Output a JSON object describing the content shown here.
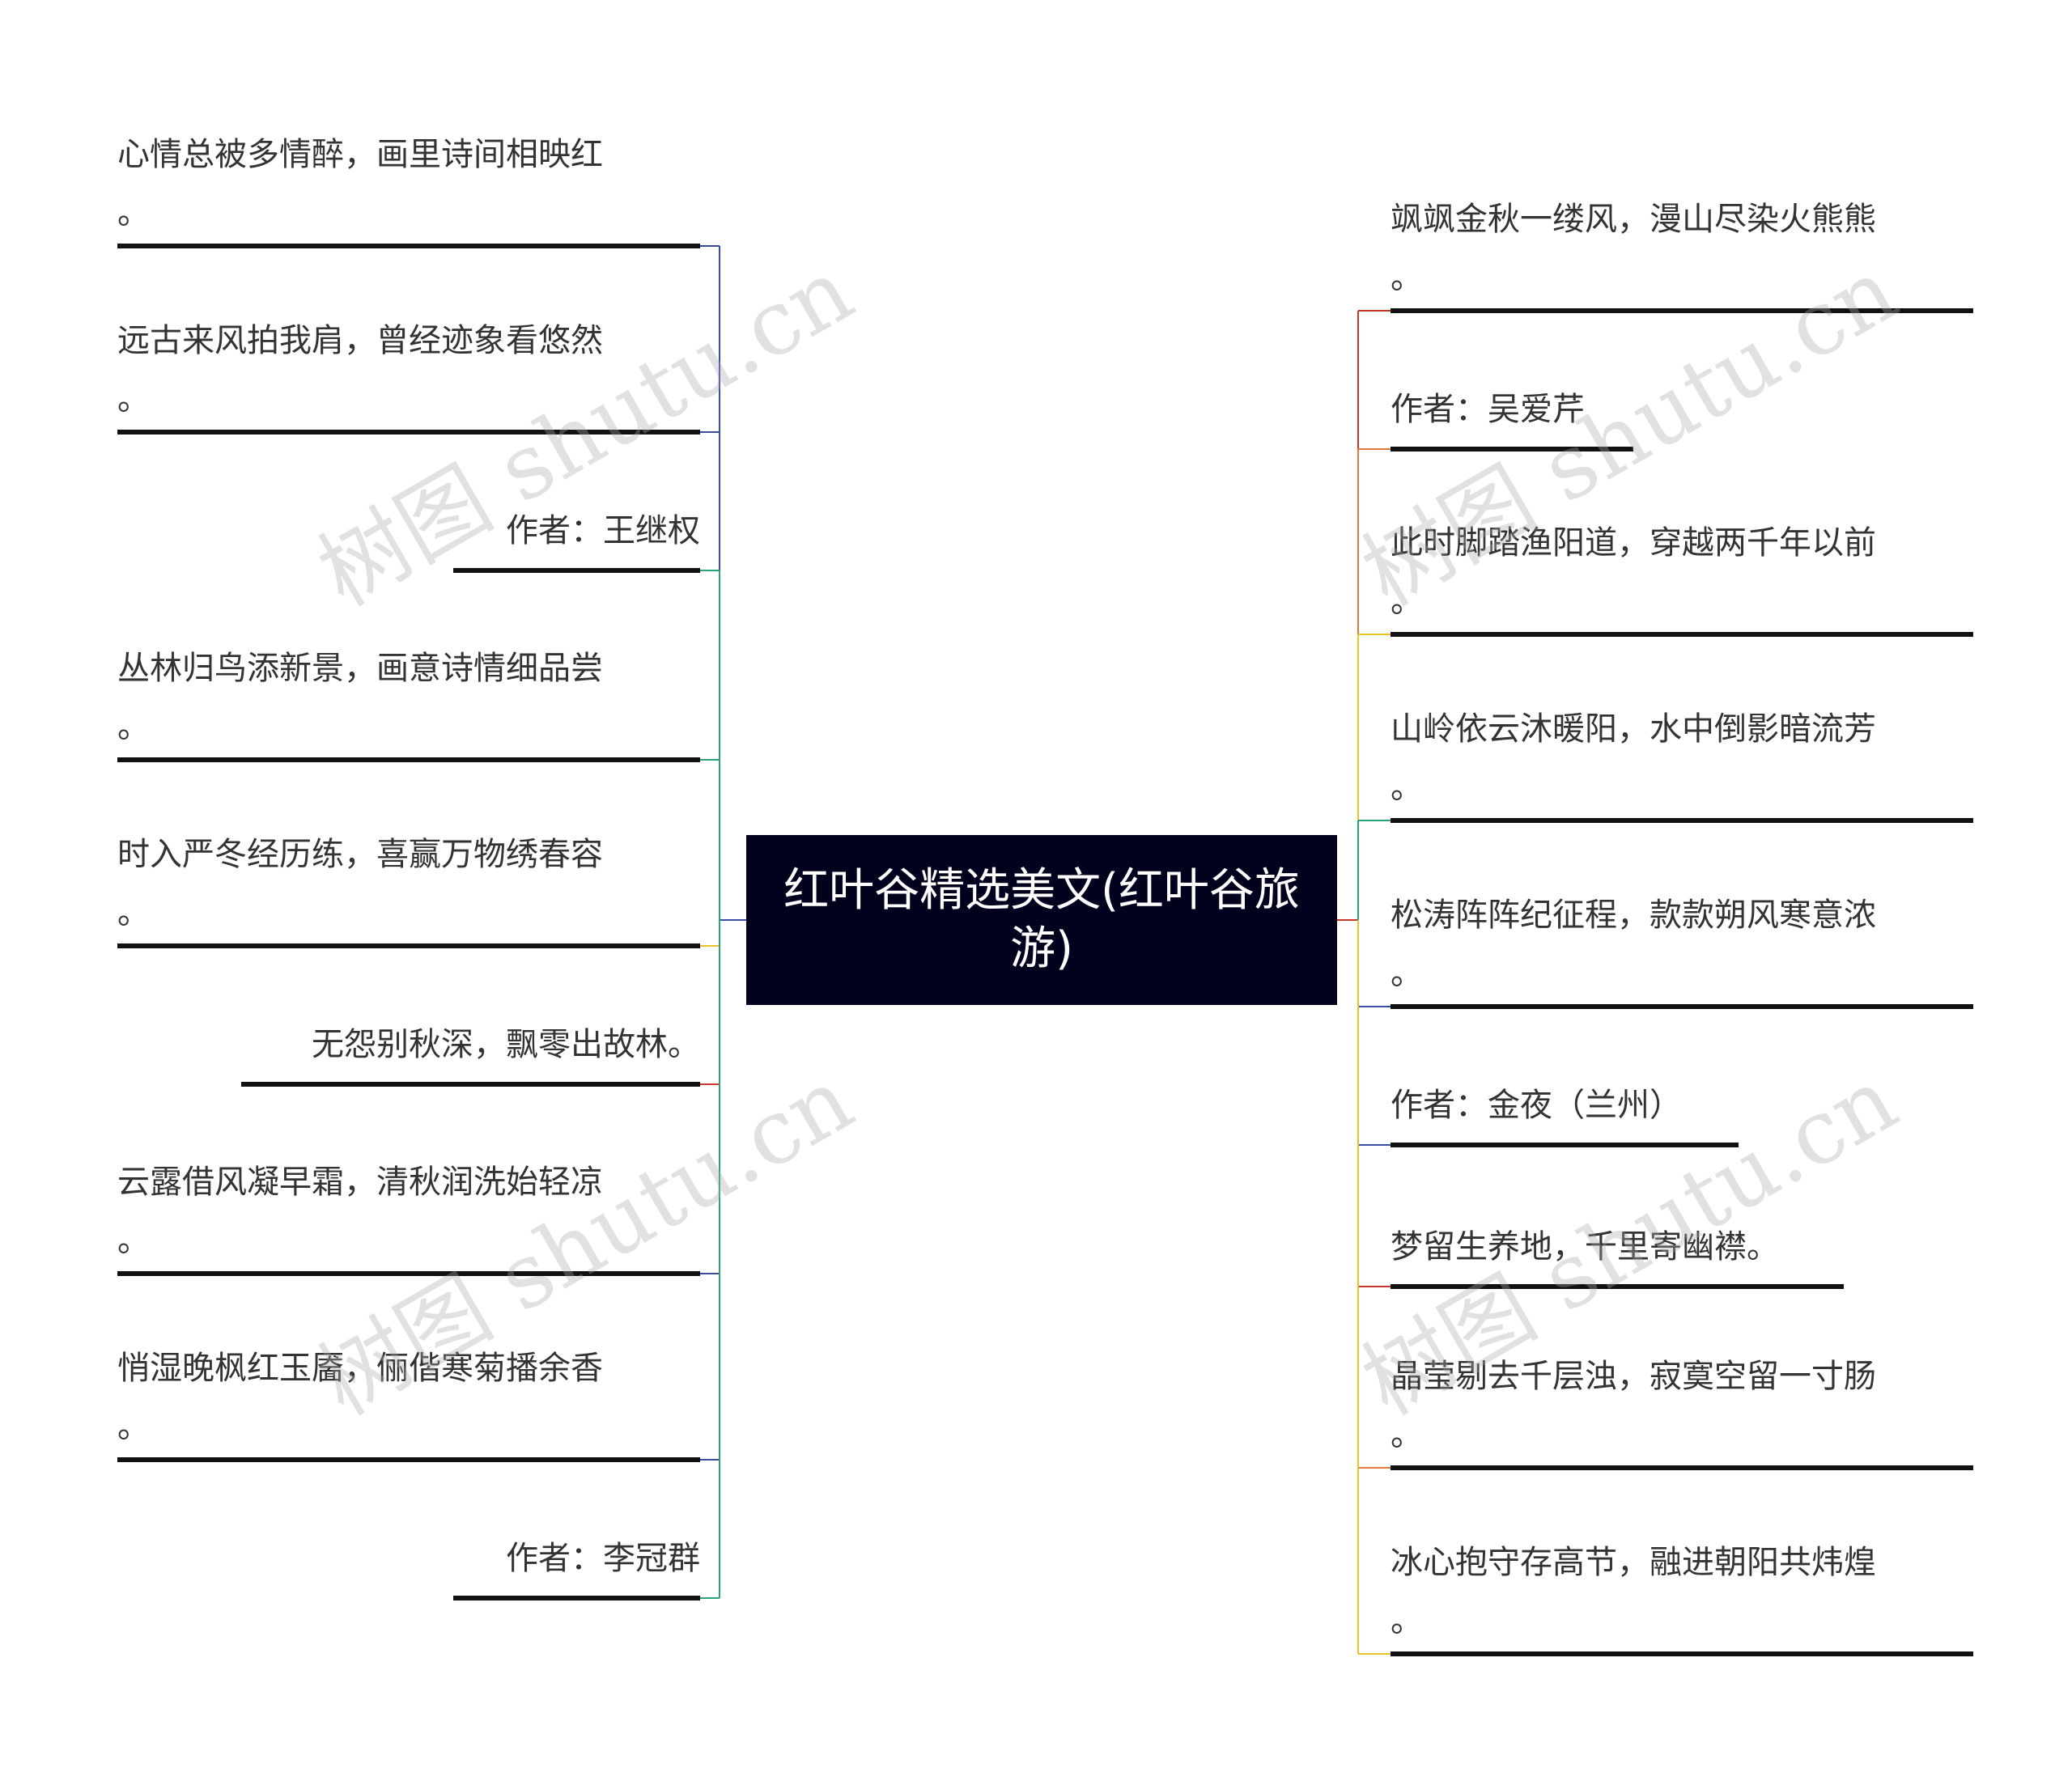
{
  "center": {
    "title": "红叶谷精选美文(红叶谷旅游)"
  },
  "watermark": "树图 shutu.cn",
  "left": [
    {
      "text": "心情总被多情醉，画里诗间相映红\n。",
      "color": "#3b4ba8"
    },
    {
      "text": "远古来风拍我肩，曾经迹象看悠然\n。",
      "color": "#3b4ba8"
    },
    {
      "text": "作者：王继权",
      "color": "#2aa37a"
    },
    {
      "text": "丛林归鸟添新景，画意诗情细品尝\n。",
      "color": "#2aa37a"
    },
    {
      "text": "时入严冬经历练，喜赢万物绣春容\n。",
      "color": "#e9c32a"
    },
    {
      "text": "无怨别秋深，飘零出故林。",
      "color": "#c8372b"
    },
    {
      "text": "云露借风凝早霜，清秋润洗始轻凉\n。",
      "color": "#3b4ba8"
    },
    {
      "text": "悄湿晚枫红玉靥，俪偕寒菊播余香\n。",
      "color": "#3b4ba8"
    },
    {
      "text": "作者：李冠群",
      "color": "#2aa37a"
    }
  ],
  "right": [
    {
      "text": "飒飒金秋一缕风，漫山尽染火熊熊\n。",
      "color": "#c8372b"
    },
    {
      "text": "作者：吴爱芹",
      "color": "#e07a3a"
    },
    {
      "text": "此时脚踏渔阳道，穿越两千年以前\n。",
      "color": "#e9c32a"
    },
    {
      "text": "山岭依云沐暖阳，水中倒影暗流芳\n。",
      "color": "#2aa37a"
    },
    {
      "text": "松涛阵阵纪征程，款款朔风寒意浓\n。",
      "color": "#3b4ba8"
    },
    {
      "text": "作者：金夜（兰州）",
      "color": "#3b4ba8"
    },
    {
      "text": "梦留生养地，千里寄幽襟。",
      "color": "#c8372b"
    },
    {
      "text": "晶莹剔去千层浊，寂寞空留一寸肠\n。",
      "color": "#e07a3a"
    },
    {
      "text": "冰心抱守存高节，融进朝阳共炜煌\n。",
      "color": "#e9c32a"
    }
  ]
}
